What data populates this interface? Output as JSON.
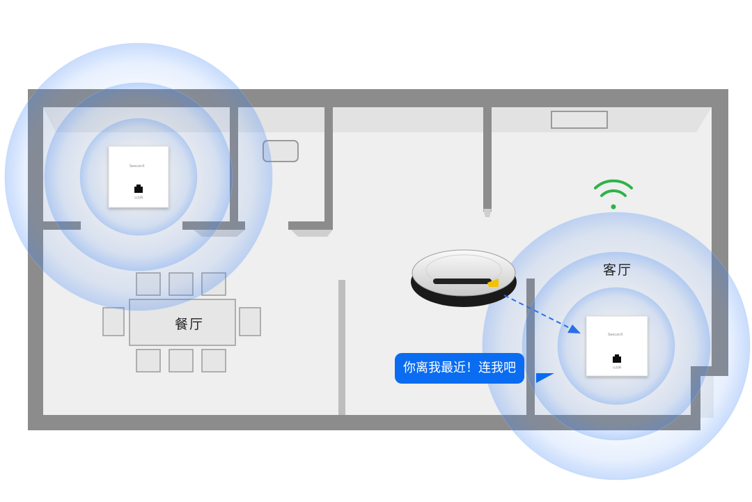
{
  "rooms": {
    "dining": "餐厅",
    "living": "客厅"
  },
  "speech_bubble": "你离我最近！连我吧",
  "access_points": [
    {
      "brand": "SeeconX",
      "port_label": "以太网"
    },
    {
      "brand": "SeeconX",
      "port_label": "以太网"
    }
  ],
  "icons": {
    "wifi": "wifi-signal-icon",
    "robot": "robot-vacuum-icon",
    "ethernet_port": "ethernet-port-icon"
  },
  "colors": {
    "wall": "#8c8c8c",
    "floor": "#efefef",
    "signal": "#3b82f6",
    "wifi": "#2db34a",
    "bubble": "#0a6cf0",
    "arrow": "#2a6fe8"
  }
}
